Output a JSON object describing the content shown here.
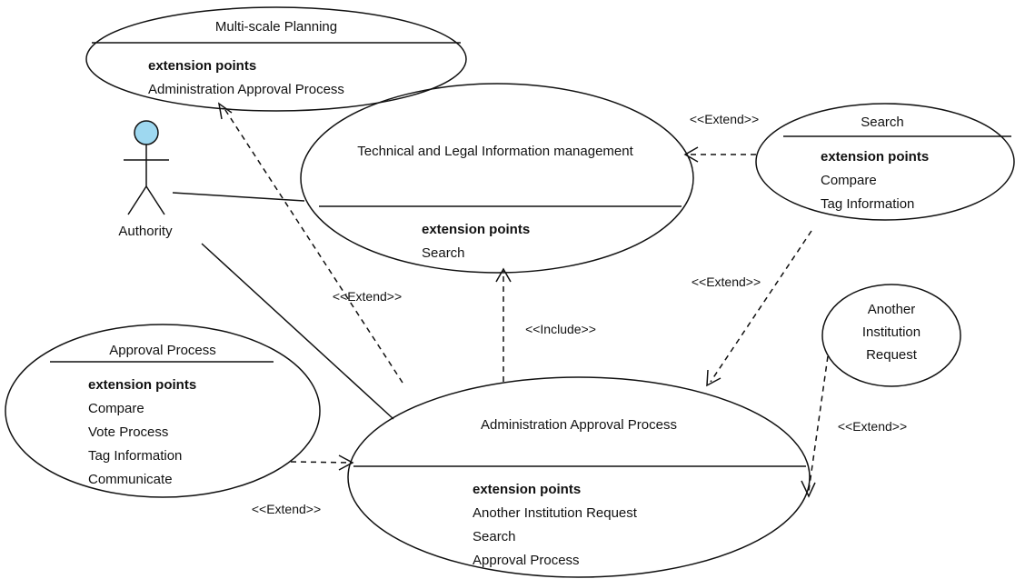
{
  "diagram": {
    "actor": {
      "name": "Authority",
      "head_color": "#9ed8f0"
    },
    "use_cases": {
      "multiscale": {
        "title": "Multi-scale Planning",
        "ep_heading": "extension points",
        "ep_items": [
          "Administration Approval Process"
        ]
      },
      "techlegal": {
        "title": "Technical and Legal Information management",
        "ep_heading": "extension points",
        "ep_items": [
          "Search"
        ]
      },
      "search": {
        "title": "Search",
        "ep_heading": "extension points",
        "ep_items": [
          "Compare",
          "Tag Information"
        ]
      },
      "another": {
        "title_lines": [
          "Another",
          "Institution",
          "Request"
        ]
      },
      "approval": {
        "title": "Approval Process",
        "ep_heading": "extension points",
        "ep_items": [
          "Compare",
          "Vote Process",
          "Tag Information",
          "Communicate"
        ]
      },
      "admin": {
        "title": "Administration Approval Process",
        "ep_heading": "extension points",
        "ep_items": [
          "Another Institution Request",
          "Search",
          "Approval Process"
        ]
      }
    },
    "relations": {
      "extend_search_to_tech": "<<Extend>>",
      "extend_admin_to_multiscale": "<<Extend>>",
      "include_admin_to_tech": "<<Include>>",
      "extend_search_to_admin": "<<Extend>>",
      "extend_another_to_admin": "<<Extend>>",
      "extend_approval_to_admin": "<<Extend>>"
    }
  }
}
